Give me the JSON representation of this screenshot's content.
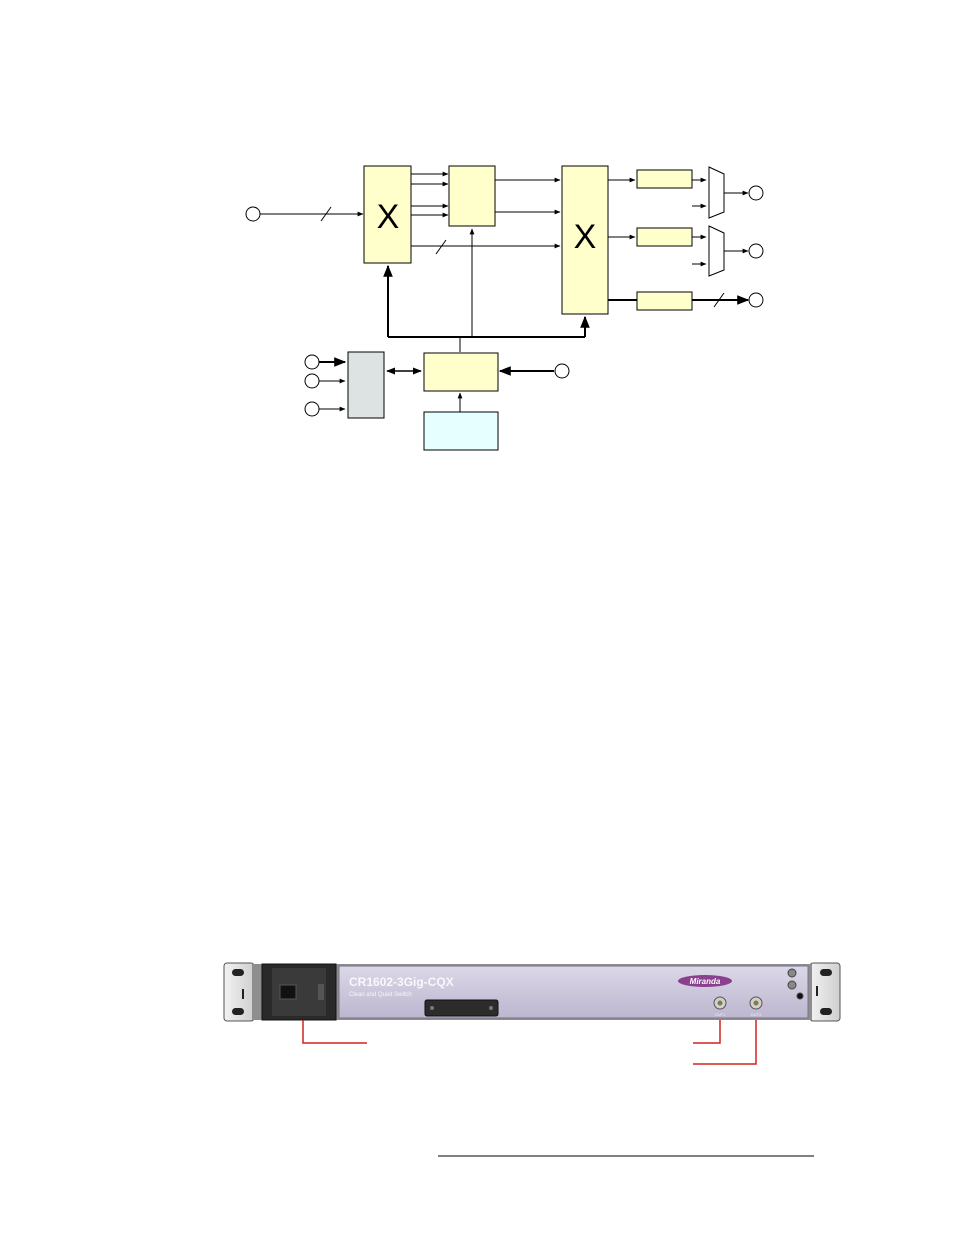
{
  "diagram": {
    "crosspoint_symbol": "X",
    "colors": {
      "processing_block": "#ffffcc",
      "control_block": "#dde3e3",
      "memory_block": "#e6ffff",
      "line": "#000000"
    }
  },
  "faceplate": {
    "model": "CR1602-3Gig-CQX",
    "subtitle": "Clean and Quiet Switch",
    "brand": "Miranda",
    "connector_labels": [
      "OUT1",
      "OUT2"
    ],
    "colors": {
      "panel": "#cfc9dd",
      "ear": "#e4e4e4",
      "door": "#2a2a2a",
      "brand": "#8a3f8f",
      "callout": "#d42020"
    }
  }
}
